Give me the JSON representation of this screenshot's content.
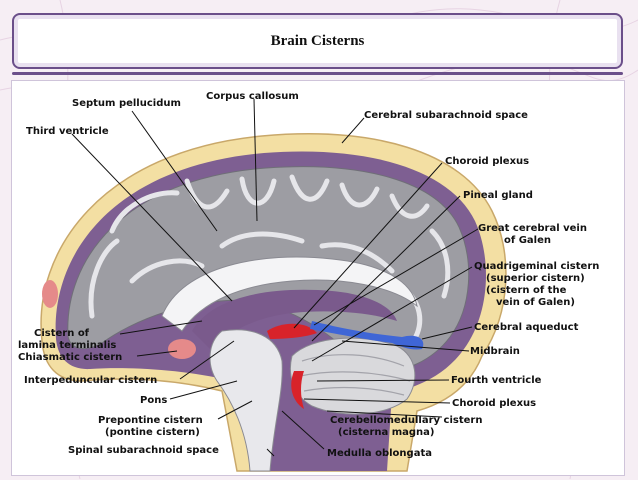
{
  "slide": {
    "title": "Brain Cisterns"
  },
  "labels": {
    "septum_pellucidum": "Septum pellucidum",
    "corpus_callosum": "Corpus callosum",
    "third_ventricle": "Third ventricle",
    "cerebral_subarachnoid_space": "Cerebral subarachnoid space",
    "choroid_plexus_top": "Choroid plexus",
    "pineal_gland": "Pineal gland",
    "great_cerebral_vein_1": "Great cerebral vein",
    "great_cerebral_vein_2": "of Galen",
    "quadrigeminal_1": "Quadrigeminal cistern",
    "quadrigeminal_2": "(superior cistern)",
    "quadrigeminal_3": "(cistern of the",
    "quadrigeminal_4": "vein of Galen)",
    "cerebral_aqueduct": "Cerebral aqueduct",
    "midbrain": "Midbrain",
    "fourth_ventricle": "Fourth ventricle",
    "choroid_plexus_bottom": "Choroid plexus",
    "cerebellomedullary_1": "Cerebellomedullary cistern",
    "cerebellomedullary_2": "(cisterna magna)",
    "medulla_oblongata": "Medulla oblongata",
    "cistern_lamina_1": "Cistern of",
    "cistern_lamina_2": "lamina terminalis",
    "chiasmatic_cistern": "Chiasmatic cistern",
    "interpeduncular_cistern": "Interpeduncular cistern",
    "pons": "Pons",
    "prepontine_1": "Prepontine cistern",
    "prepontine_2": "(pontine cistern)",
    "spinal_subarachnoid_space": "Spinal subarachnoid space"
  },
  "colors": {
    "frame": "#6b4f8a",
    "subarachnoid": "#f3dfa3",
    "cortex": "#9d9da3",
    "white_matter": "#d9d9dc",
    "ventricle_purple": "#7a5a8c",
    "choroid_red": "#d8232a",
    "vein_blue": "#3f66d6"
  }
}
